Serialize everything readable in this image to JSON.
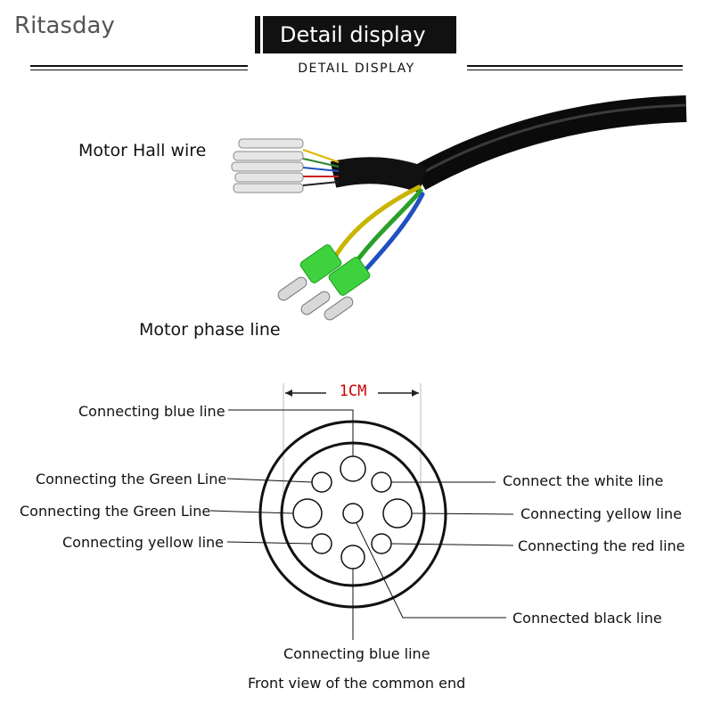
{
  "brand": "Ritasday",
  "header": {
    "title": "Detail display",
    "subtitle": "DETAIL  DISPLAY"
  },
  "photo": {
    "hall_label": "Motor Hall wire",
    "phase_label": "Motor phase line"
  },
  "diagram": {
    "scale_label": "1CM",
    "labels": {
      "top_blue": "Connecting blue line",
      "left_green_1": "Connecting the Green Line",
      "left_green_2": "Connecting the Green Line",
      "left_yellow": "Connecting yellow line",
      "right_white": "Connect the white line",
      "right_yellow": "Connecting yellow line",
      "right_red": "Connecting the red line",
      "right_black": "Connected black line",
      "bottom_blue": "Connecting blue line"
    },
    "caption": "Front view of the common end",
    "colors": {
      "scale": "#cc0000",
      "cable": "#0b0b0b",
      "terminal_green": "#3fd23f"
    }
  }
}
